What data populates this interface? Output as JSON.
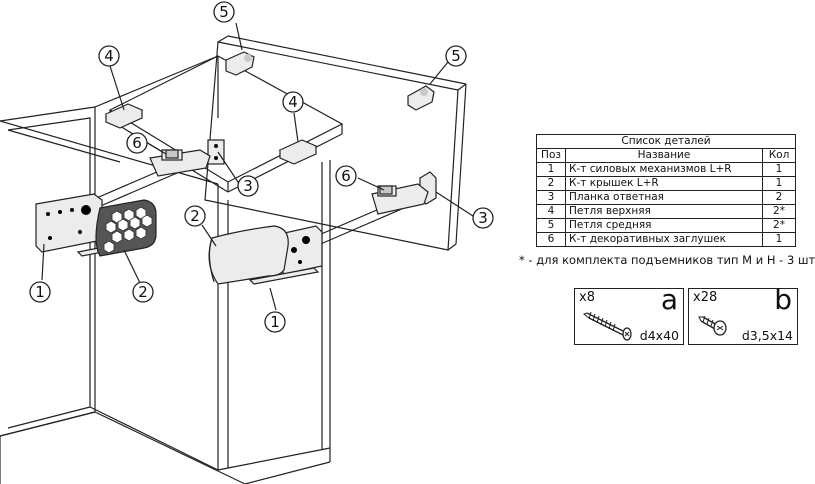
{
  "callouts": {
    "c1": "1",
    "c2": "2",
    "c3": "3",
    "c4": "4",
    "c5": "5",
    "c6": "6"
  },
  "parts_list": {
    "title": "Список деталей",
    "headers": {
      "pos": "Поз",
      "name": "Название",
      "qty": "Кол"
    },
    "rows": [
      {
        "pos": "1",
        "name": "К-т силовых механизмов L+R",
        "qty": "1"
      },
      {
        "pos": "2",
        "name": "К-т крышек L+R",
        "qty": "1"
      },
      {
        "pos": "3",
        "name": "Планка ответная",
        "qty": "2"
      },
      {
        "pos": "4",
        "name": "Петля верхняя",
        "qty": "2*"
      },
      {
        "pos": "5",
        "name": "Петля средняя",
        "qty": "2*"
      },
      {
        "pos": "6",
        "name": "К-т декоративных заглушек",
        "qty": "1"
      }
    ]
  },
  "footnote": "* - для комплекта подъемников тип М и Н - 3 шт",
  "hardware": {
    "a": {
      "count": "x8",
      "letter": "a",
      "size": "d4x40",
      "icon": "wood-screw-icon"
    },
    "b": {
      "count": "x28",
      "letter": "b",
      "size": "d3,5x14",
      "icon": "short-screw-icon"
    }
  }
}
